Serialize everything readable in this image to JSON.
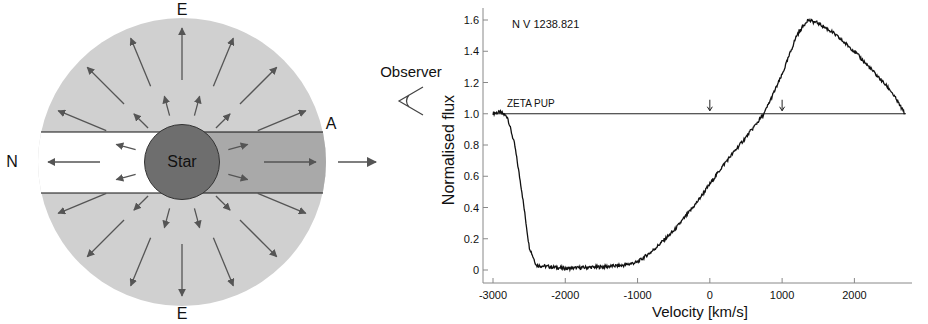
{
  "diagram": {
    "nodes": [
      {
        "text": [
          "Star"
        ]
      }
    ],
    "labels": [
      "E",
      "E",
      "N",
      "A",
      "Observer",
      "N V 1238.821",
      "ZETA PUP",
      "Normalised flux",
      "Velocity [km/s]",
      "1.6",
      "1.4",
      "1.2",
      "1.0",
      "0.8",
      "0.6",
      "0.4",
      "0.2",
      "0",
      "-3000",
      "-2000",
      "-1000",
      "0",
      "1000",
      "2000"
    ]
  }
}
